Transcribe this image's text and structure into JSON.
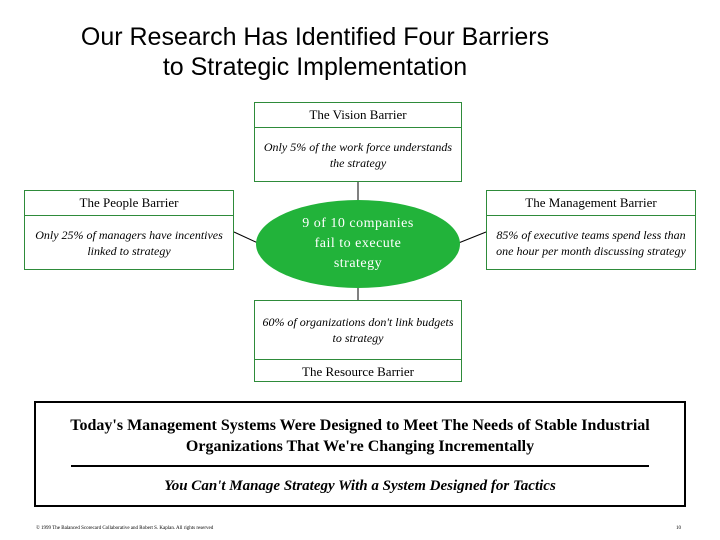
{
  "title": {
    "line1": "Our Research Has Identified Four Barriers",
    "line2": "to Strategic Implementation"
  },
  "barriers": {
    "vision": {
      "header": "The Vision Barrier",
      "text": "Only 5% of the work force understands the strategy"
    },
    "people": {
      "header": "The People Barrier",
      "text": "Only 25% of managers have incentives linked to strategy"
    },
    "management": {
      "header": "The Management Barrier",
      "text": "85% of executive teams spend less than one hour per month discussing strategy"
    },
    "resource": {
      "header": "The Resource Barrier",
      "text": "60% of organizations don't link budgets to strategy"
    }
  },
  "center": {
    "text": "9 of 10 companies fail to execute strategy"
  },
  "conclusion": {
    "headline": "Today's Management Systems Were Designed to Meet The Needs of Stable Industrial Organizations That We're Changing Incrementally",
    "tagline": "You Can't Manage Strategy With a System Designed for Tactics"
  },
  "footer": {
    "copyright": "© 1999 The Balanced Scorecard Collaborative and Robert S. Kaplan. All rights reserved",
    "page_number": "10"
  },
  "colors": {
    "accent": "#22b33a",
    "border": "#2e8b3a"
  }
}
